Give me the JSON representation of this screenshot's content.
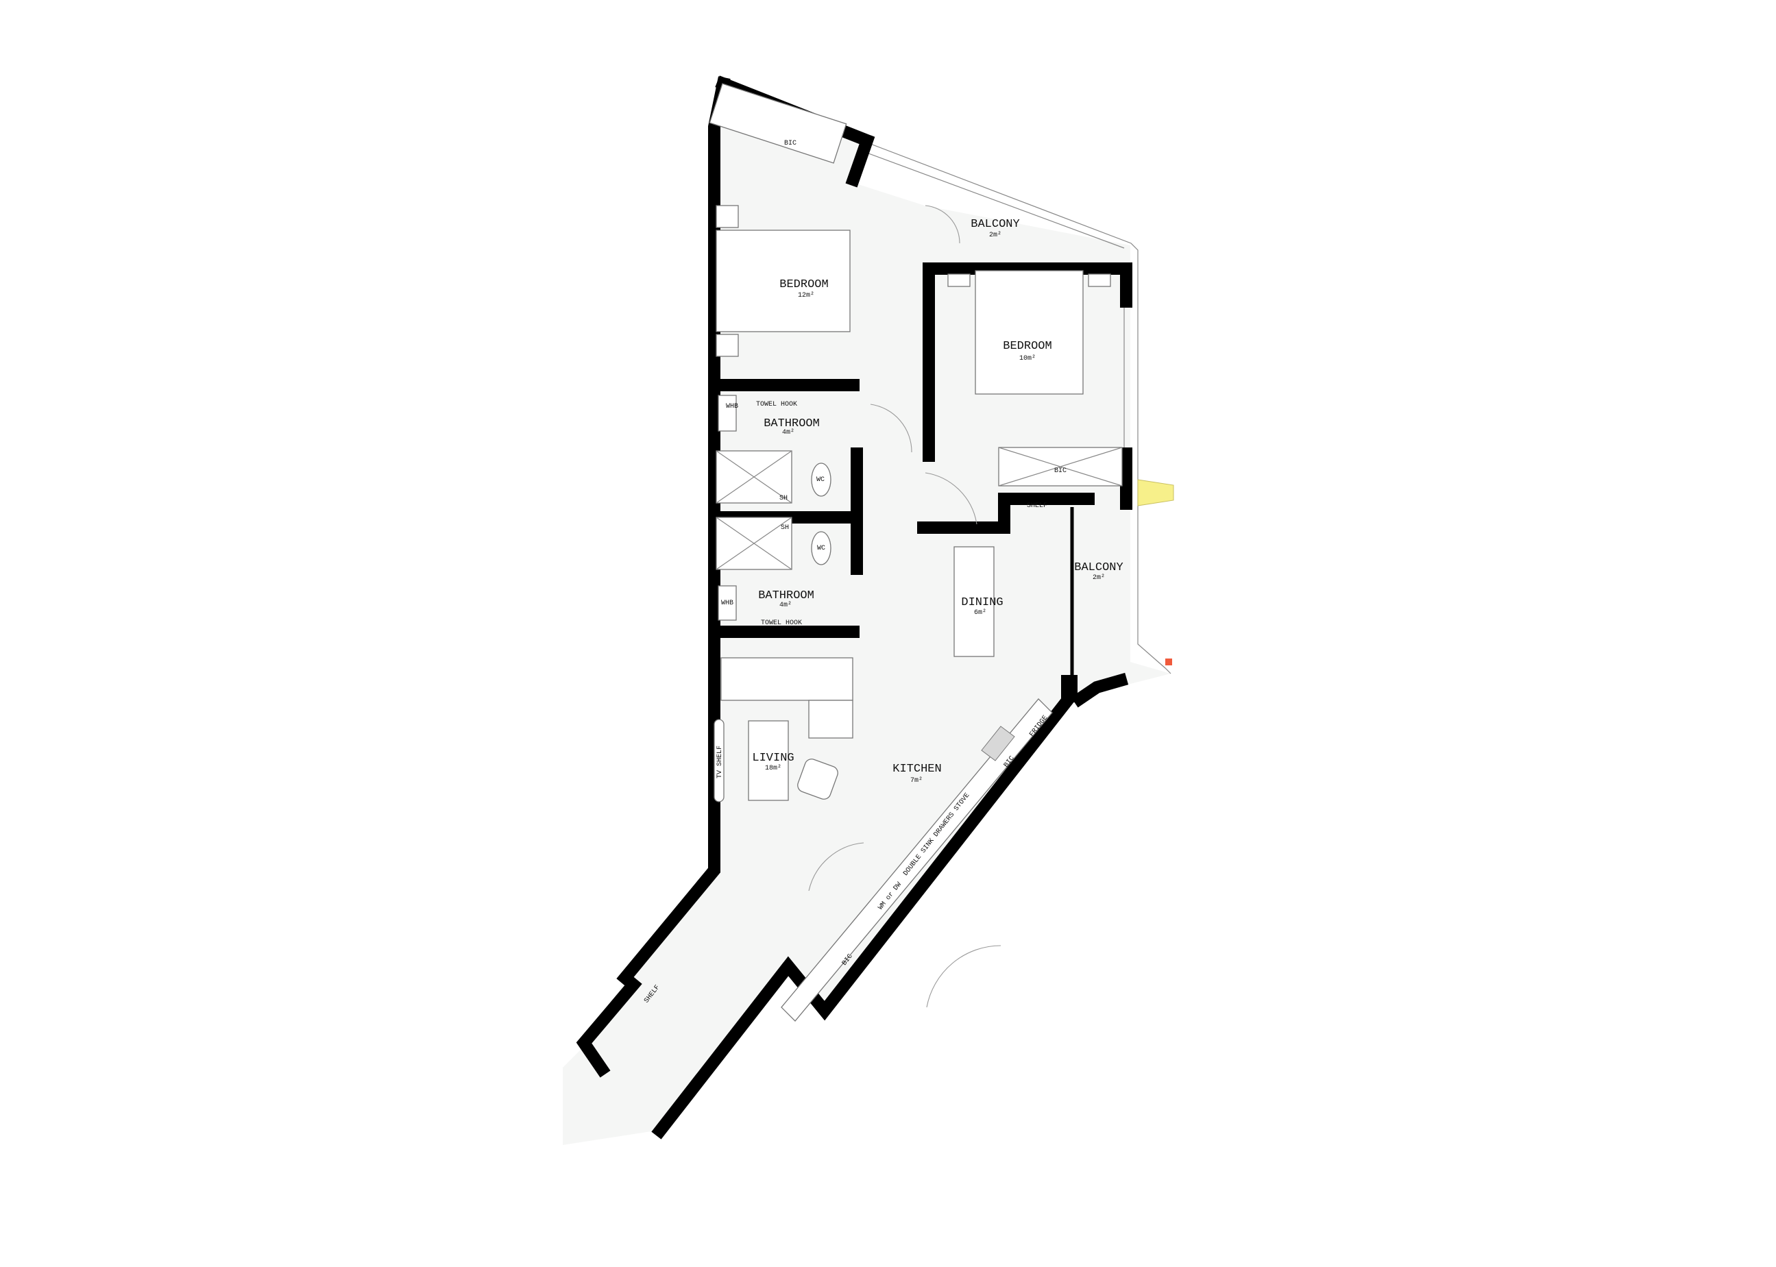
{
  "plan": {
    "rooms": {
      "bic_top": "BIC",
      "balcony_top": "BALCONY",
      "balcony_top_area": "2m²",
      "bedroom1": "BEDROOM",
      "bedroom1_area": "12m²",
      "bedroom2": "BEDROOM",
      "bedroom2_area": "10m²",
      "bathroom1": "BATHROOM",
      "bathroom1_area": "4m²",
      "bathroom2": "BATHROOM",
      "bathroom2_area": "4m²",
      "bic_bedroom2": "BIC",
      "shelf_dining": "SHELF",
      "balcony_side": "BALCONY",
      "balcony_side_area": "2m²",
      "dining": "DINING",
      "dining_area": "6m²",
      "living": "LIVING",
      "living_area": "18m²",
      "kitchen": "KITCHEN",
      "kitchen_area": "7m²"
    },
    "fixtures": {
      "towel_hook_1": "TOWEL HOOK",
      "whb_1": "WHB",
      "wc_1": "WC",
      "sh_1": "SH",
      "sh_2": "SH",
      "wc_2": "WC",
      "whb_2": "WHB",
      "towel_hook_2": "TOWEL HOOK",
      "tv_shelf": "TV SHELF",
      "fridge": "FRIDGE",
      "bic_kitchen": "BIC",
      "kitchen_run": "DOUBLE SINK DRAWERS STOVE",
      "wm_dw": "WM or DW",
      "bic_entry": "BIC",
      "shelf_entry": "SHELF"
    },
    "colors": {
      "floor": "#f5f6f5",
      "wall": "#000000",
      "marker_yellow": "#f7f08a",
      "marker_red": "#f05a3c"
    }
  }
}
